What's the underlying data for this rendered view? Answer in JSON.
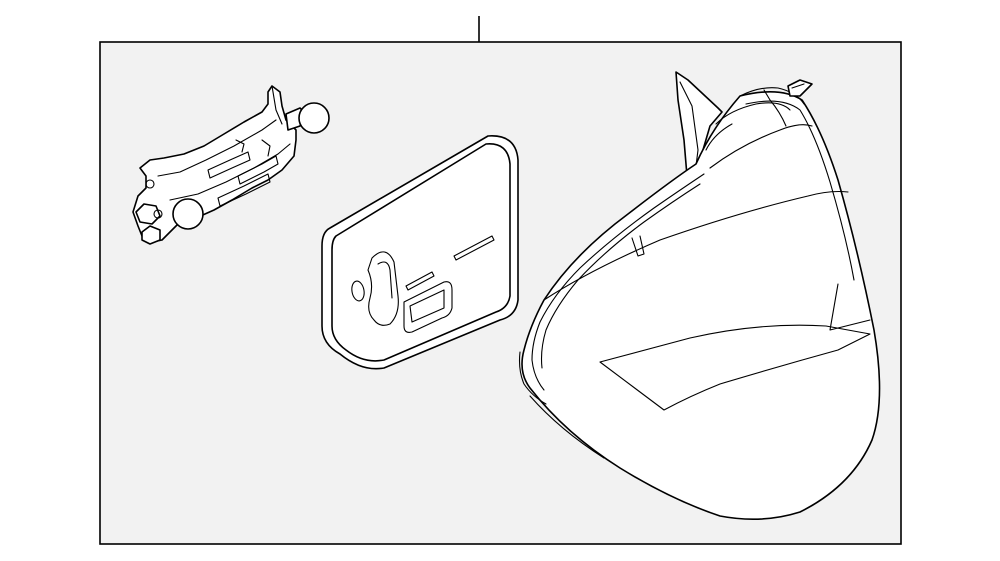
{
  "diagram": {
    "colors": {
      "background": "#ffffff",
      "frame_fill": "#f2f2f2",
      "line": "#000000",
      "part_fill": "#ffffff"
    },
    "parts": [
      {
        "name": "mirror-mounting-bracket"
      },
      {
        "name": "mirror-glass-cover"
      },
      {
        "name": "mirror-housing"
      }
    ]
  }
}
